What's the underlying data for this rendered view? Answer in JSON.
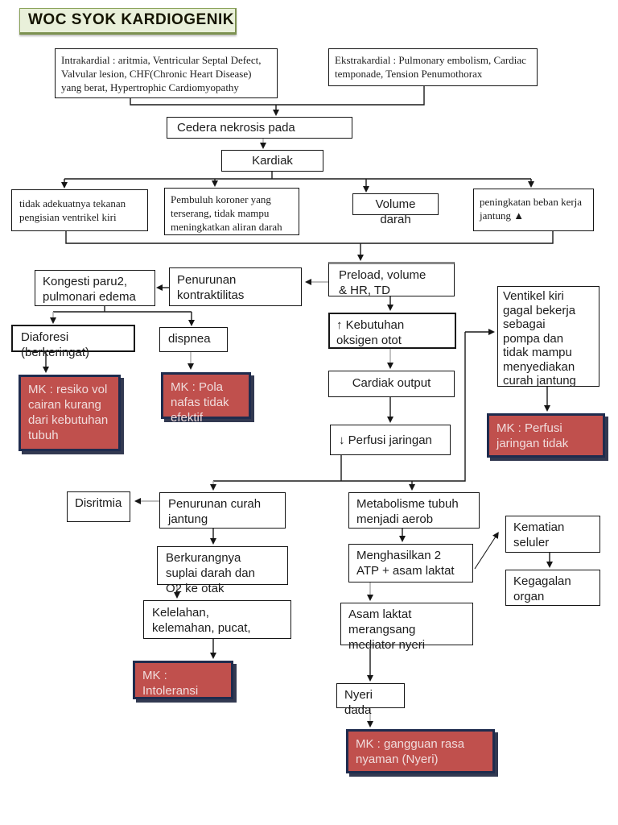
{
  "page": {
    "title": "WOC SYOK KARDIOGENIK"
  },
  "colors": {
    "mk_fill": "#c0504d",
    "mk_border": "#1f2c4e",
    "title_fill": "#e9f0da",
    "title_border": "#8ca45c"
  },
  "boxes": {
    "intrakardial": "Intrakardial : aritmia, Ventricular Septal Defect,\nValvular lesion, CHF(Chronic Heart Disease)\nyang berat, Hypertrophic Cardiomyopathy",
    "ekstrakardial": "Ekstrakardial : Pulmonary embolism, Cardiac\ntemponade, Tension Penumothorax",
    "cedera": "Cedera nekrosis pada",
    "kardiak": "Kardiak",
    "tidak_adekuat": "tidak adekuatnya tekanan\npengisian ventrikel kiri",
    "pembuluh": "Pembuluh koroner yang\nterserang, tidak mampu\nmeningkatkan aliran darah",
    "volume": "Volume\ndarah",
    "beban_kerja": "peningkatan beban kerja\njantung  ▲",
    "preload": "Preload, volume\n& HR, TD",
    "penurunan_kontraktilitas": "Penurunan\nkontraktilitas",
    "kongesti": "Kongesti paru2,\npulmonari edema",
    "diaforesi": "Diaforesi\n(berkeringat)",
    "dispnea": "dispnea",
    "kebutuhan_oksigen": "↑ Kebutuhan\noksigen otot",
    "cardiak_output": "Cardiak output",
    "perfusi_jaringan": "↓ Perfusi jaringan",
    "ventikel_kiri": "Ventikel kiri\ngagal bekerja\nsebagai\npompa dan\ntidak mampu\nmenyediakan\ncurah jantung",
    "disritmia": "Disritmia",
    "penurunan_curah": "Penurunan curah\njantung",
    "berkurangnya": "Berkurangnya\nsuplai darah dan\nO2 ke otak",
    "kelelahan": "Kelelahan,\nkelemahan, pucat,",
    "metabolisme": "Metabolisme tubuh\nmenjadi aerob",
    "menghasilkan": "Menghasilkan 2\nATP + asam laktat",
    "kematian": "Kematian\nseluler",
    "kegagalan": "Kegagalan\norgan",
    "asam_laktat": "Asam laktat\nmerangsang\nmediator nyeri",
    "nyeri_dada": "Nyeri\ndada",
    "mk_cairan": "MK : resiko vol cairan kurang dari kebutuhan tubuh",
    "mk_nafas": "MK : Pola nafas tidak efektif",
    "mk_perfusi": "MK : Perfusi\njaringan tidak",
    "mk_intoleransi": "MK :\nIntoleransi",
    "mk_nyaman": "MK : gangguan rasa\nnyaman (Nyeri)"
  }
}
